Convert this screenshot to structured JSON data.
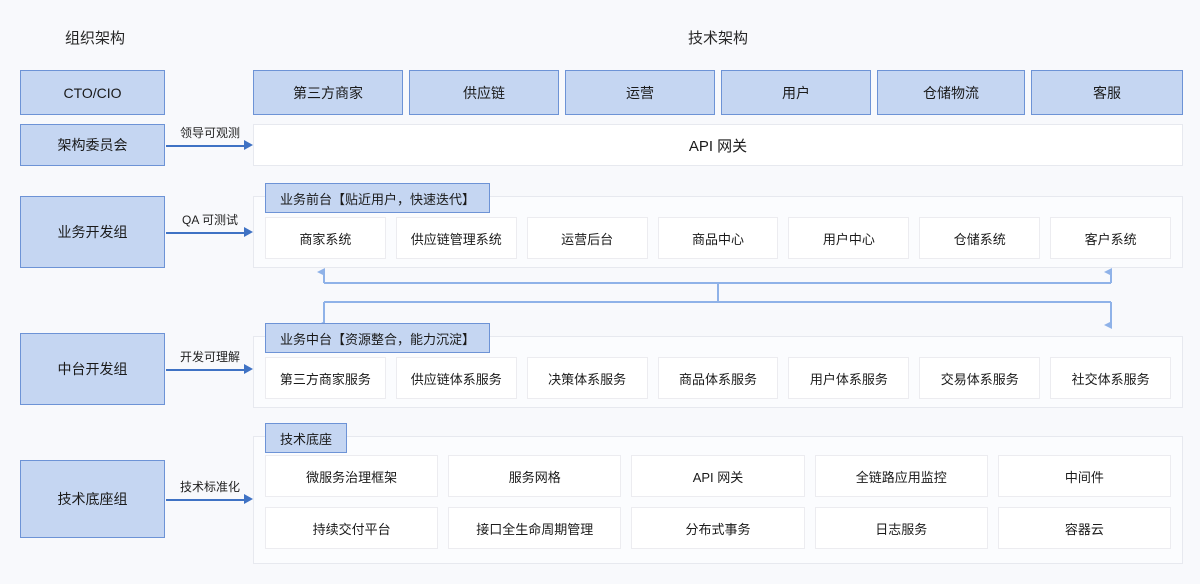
{
  "titles": {
    "org": "组织架构",
    "tech": "技术架构"
  },
  "org_units": [
    {
      "label": "CTO/CIO",
      "arrow_label": null
    },
    {
      "label": "架构委员会",
      "arrow_label": "领导可观测"
    },
    {
      "label": "业务开发组",
      "arrow_label": "QA 可测试"
    },
    {
      "label": "中台开发组",
      "arrow_label": "开发可理解"
    },
    {
      "label": "技术底座组",
      "arrow_label": "技术标准化"
    }
  ],
  "top_chips": [
    "第三方商家",
    "供应链",
    "运营",
    "用户",
    "仓储物流",
    "客服"
  ],
  "api_gateway": {
    "label": "API 网关"
  },
  "layers": [
    {
      "key": "front",
      "header": "业务前台【贴近用户，快速迭代】",
      "rows": [
        [
          "商家系统",
          "供应链管理系统",
          "运营后台",
          "商品中心",
          "用户中心",
          "仓储系统",
          "客户系统"
        ]
      ]
    },
    {
      "key": "mid",
      "header": "业务中台【资源整合，能力沉淀】",
      "rows": [
        [
          "第三方商家服务",
          "供应链体系服务",
          "决策体系服务",
          "商品体系服务",
          "用户体系服务",
          "交易体系服务",
          "社交体系服务"
        ]
      ]
    },
    {
      "key": "base",
      "header": "技术底座",
      "rows": [
        [
          "微服务治理框架",
          "服务网格",
          "API 网关",
          "全链路应用监控",
          "中间件"
        ],
        [
          "持续交付平台",
          "接口全生命周期管理",
          "分布式事务",
          "日志服务",
          "容器云"
        ]
      ]
    }
  ],
  "colors": {
    "page_background": "#f8f9fc",
    "box_fill": "#c5d6f2",
    "box_border": "#6d93d6",
    "arrow": "#3f72c4",
    "connector": "#8fb2e8",
    "cell_background": "#ffffff",
    "cell_border": "#ececf0",
    "section_background": "#fbfcfe",
    "section_border": "#e7e9ef",
    "text": "#1a1a1a"
  }
}
